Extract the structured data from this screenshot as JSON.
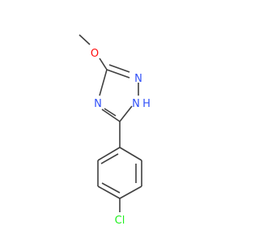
{
  "molecule": {
    "atoms": [
      {
        "id": "C_methyl",
        "label": ""
      },
      {
        "id": "O",
        "label": "O",
        "color": "#ff0d0d"
      },
      {
        "id": "C5",
        "label": ""
      },
      {
        "id": "N1",
        "label": "N",
        "color": "#3050f8"
      },
      {
        "id": "N2",
        "label": "N",
        "color": "#3050f8"
      },
      {
        "id": "H_N2",
        "label": "H",
        "color": "#3050f8"
      },
      {
        "id": "N4",
        "label": "N",
        "color": "#3050f8"
      },
      {
        "id": "C3",
        "label": ""
      },
      {
        "id": "Cl",
        "label": "Cl",
        "color": "#1ff01f"
      }
    ],
    "colors": {
      "bond": "#404040",
      "nitrogen": "#3050f8",
      "oxygen": "#ff0d0d",
      "chlorine": "#1ff01f"
    }
  }
}
